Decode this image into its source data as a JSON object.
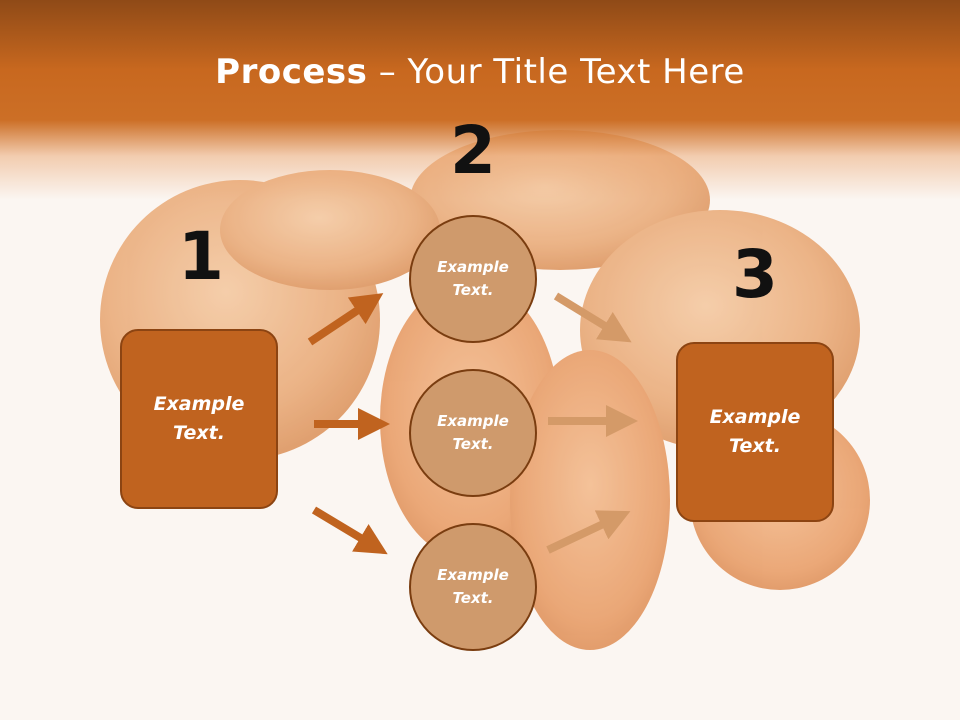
{
  "title": {
    "bold": "Process",
    "separator": " – ",
    "rest": "Your Title Text Here"
  },
  "numbers": {
    "n1": "1",
    "n2": "2",
    "n3": "3"
  },
  "boxes": {
    "left": "Example Text.",
    "right": "Example Text."
  },
  "circles": {
    "top": "Example Text.",
    "middle": "Example Text.",
    "bottom": "Example Text."
  },
  "colors": {
    "header": "#c8681f",
    "box": "#c0631f",
    "circle": "#cf9a6c",
    "arrow_dark": "#c0631f",
    "arrow_light": "#d49a68"
  }
}
